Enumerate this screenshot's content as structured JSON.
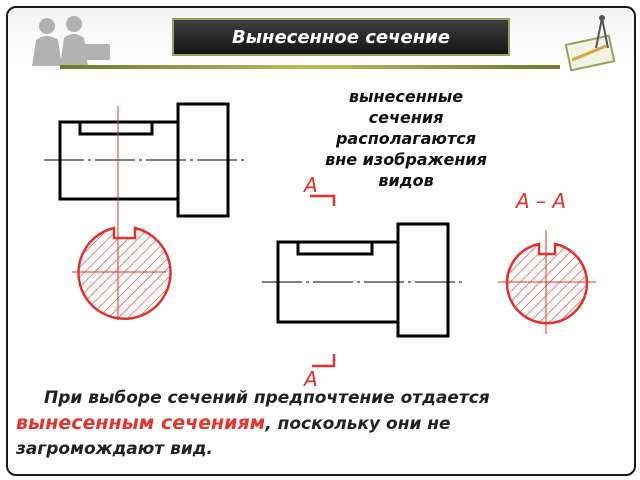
{
  "slide": {
    "title": "Вынесенное сечение",
    "description_lines": [
      "вынесенные",
      "сечения",
      "располагаются",
      "вне изображения",
      "видов"
    ],
    "labels": {
      "cut_top": "А",
      "cut_bottom": "А",
      "section_name": "А – А"
    },
    "bottom_text": {
      "line1": "При выборе сечений предпочтение отдается",
      "highlight": "вынесенным сечениям",
      "line2_rest": ", поскольку они не",
      "line3": "загромождают вид."
    }
  },
  "colors": {
    "frame": "#1a1a1a",
    "title_bg": "#2a2a2a",
    "accent_red": "#e0312c",
    "outline": "#000000",
    "hatch": "#e0312c"
  },
  "icons": [
    "people-logo-icon",
    "drafting-tools-icon"
  ]
}
